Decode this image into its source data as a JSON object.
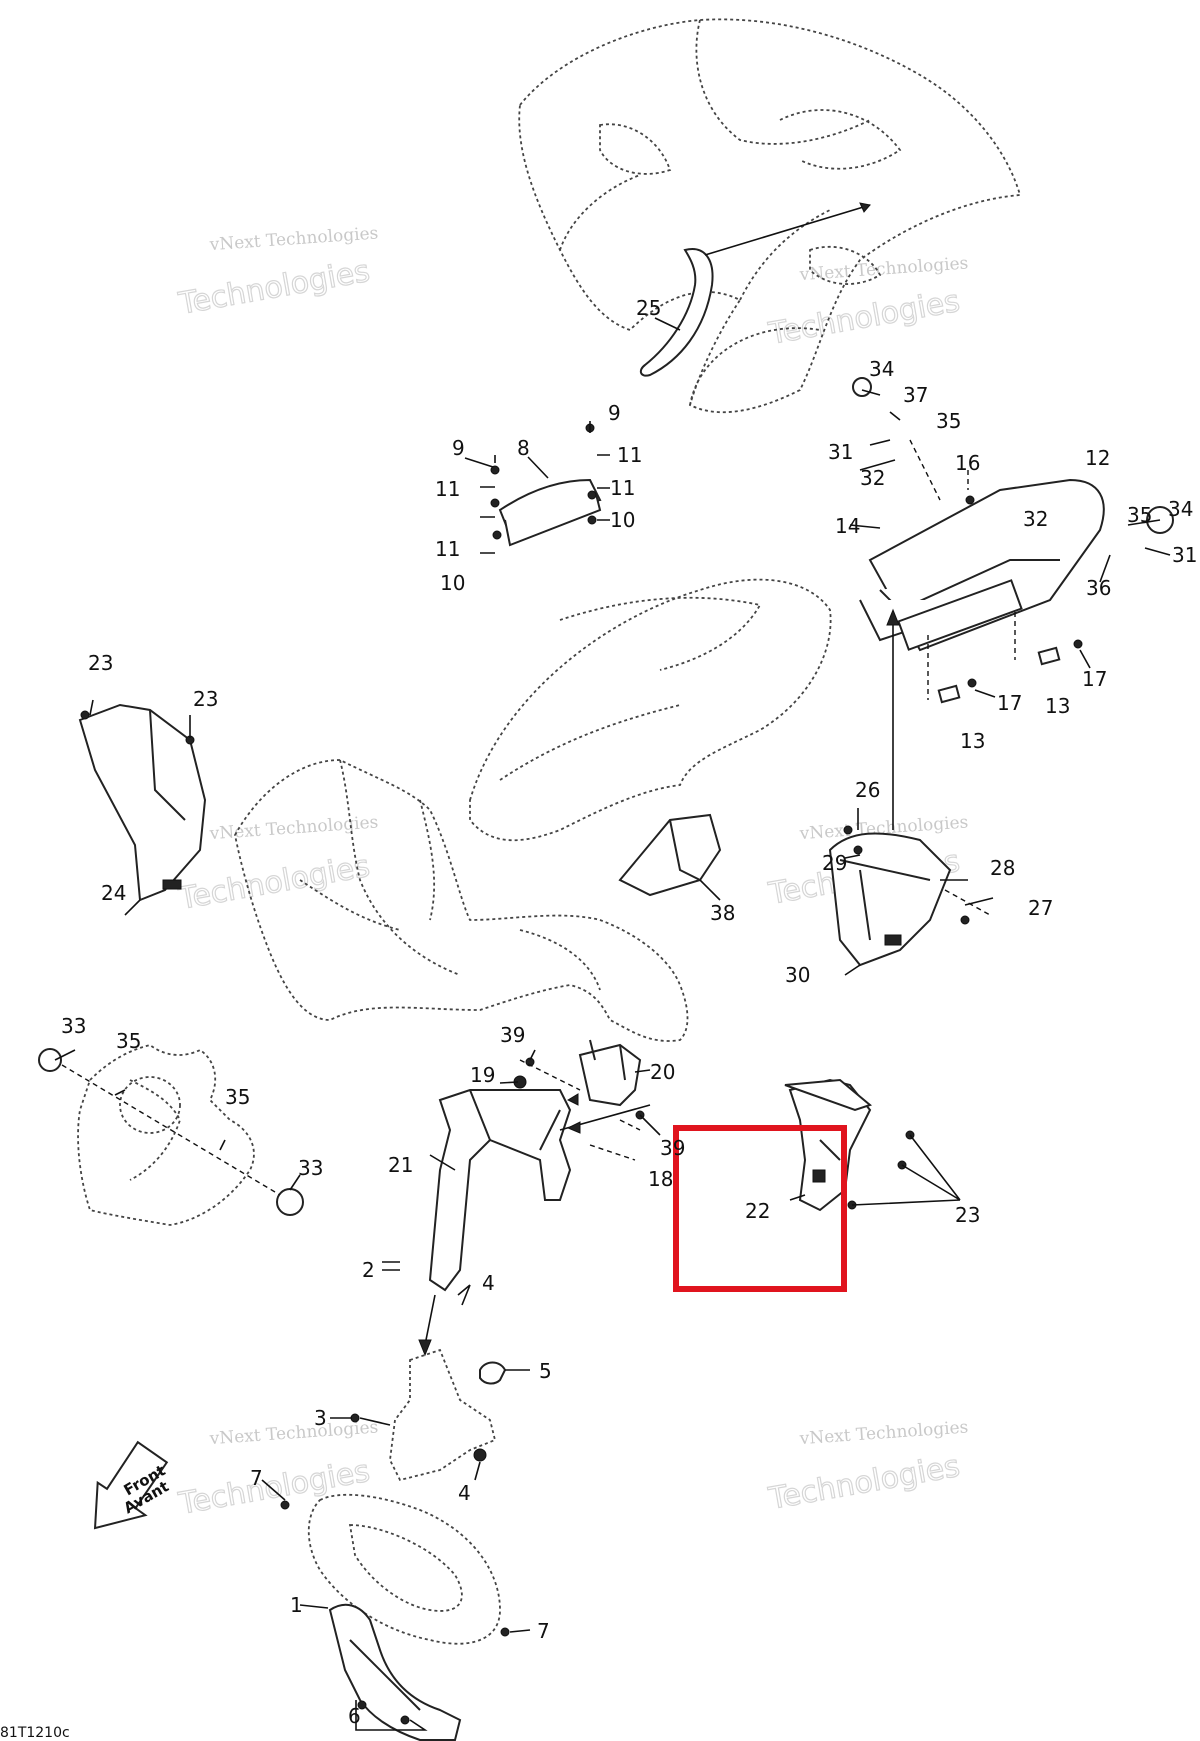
{
  "diagram": {
    "callouts": [
      {
        "id": "c25",
        "text": "25"
      },
      {
        "id": "c9a",
        "text": "9"
      },
      {
        "id": "c8",
        "text": "8"
      },
      {
        "id": "c9b",
        "text": "9"
      },
      {
        "id": "c11a",
        "text": "11"
      },
      {
        "id": "c11b",
        "text": "11"
      },
      {
        "id": "c11c",
        "text": "11"
      },
      {
        "id": "c11d",
        "text": "11"
      },
      {
        "id": "c10a",
        "text": "10"
      },
      {
        "id": "c10b",
        "text": "10"
      },
      {
        "id": "c34a",
        "text": "34"
      },
      {
        "id": "c37",
        "text": "37"
      },
      {
        "id": "c35a",
        "text": "35"
      },
      {
        "id": "c31a",
        "text": "31"
      },
      {
        "id": "c32a",
        "text": "32"
      },
      {
        "id": "c16",
        "text": "16"
      },
      {
        "id": "c12",
        "text": "12"
      },
      {
        "id": "c14",
        "text": "14"
      },
      {
        "id": "c32b",
        "text": "32"
      },
      {
        "id": "c35b",
        "text": "35"
      },
      {
        "id": "c34b",
        "text": "34"
      },
      {
        "id": "c36",
        "text": "36"
      },
      {
        "id": "c31b",
        "text": "31"
      },
      {
        "id": "c17a",
        "text": "17"
      },
      {
        "id": "c17b",
        "text": "17"
      },
      {
        "id": "c13a",
        "text": "13"
      },
      {
        "id": "c13b",
        "text": "13"
      },
      {
        "id": "c23a",
        "text": "23"
      },
      {
        "id": "c23b",
        "text": "23"
      },
      {
        "id": "c24",
        "text": "24"
      },
      {
        "id": "c26",
        "text": "26"
      },
      {
        "id": "c29",
        "text": "29"
      },
      {
        "id": "c28",
        "text": "28"
      },
      {
        "id": "c27",
        "text": "27"
      },
      {
        "id": "c38",
        "text": "38"
      },
      {
        "id": "c30",
        "text": "30"
      },
      {
        "id": "c33a",
        "text": "33"
      },
      {
        "id": "c35c",
        "text": "35"
      },
      {
        "id": "c35d",
        "text": "35"
      },
      {
        "id": "c33b",
        "text": "33"
      },
      {
        "id": "c39a",
        "text": "39"
      },
      {
        "id": "c20",
        "text": "20"
      },
      {
        "id": "c19",
        "text": "19"
      },
      {
        "id": "c39b",
        "text": "39"
      },
      {
        "id": "c18",
        "text": "18"
      },
      {
        "id": "c21",
        "text": "21"
      },
      {
        "id": "c22",
        "text": "22"
      },
      {
        "id": "c23c",
        "text": "23"
      },
      {
        "id": "c2",
        "text": "2"
      },
      {
        "id": "c4a",
        "text": "4"
      },
      {
        "id": "c5",
        "text": "5"
      },
      {
        "id": "c3",
        "text": "3"
      },
      {
        "id": "c4b",
        "text": "4"
      },
      {
        "id": "c7a",
        "text": "7"
      },
      {
        "id": "c1",
        "text": "1"
      },
      {
        "id": "c7b",
        "text": "7"
      },
      {
        "id": "c6",
        "text": "6"
      }
    ],
    "front_arrow": {
      "line1": "Front",
      "line2": "Avant"
    },
    "watermark": {
      "line1": "vNext Technologies",
      "line2": "Technologies"
    },
    "image_code": "81T1210c",
    "highlight_color": "#e0141e"
  }
}
